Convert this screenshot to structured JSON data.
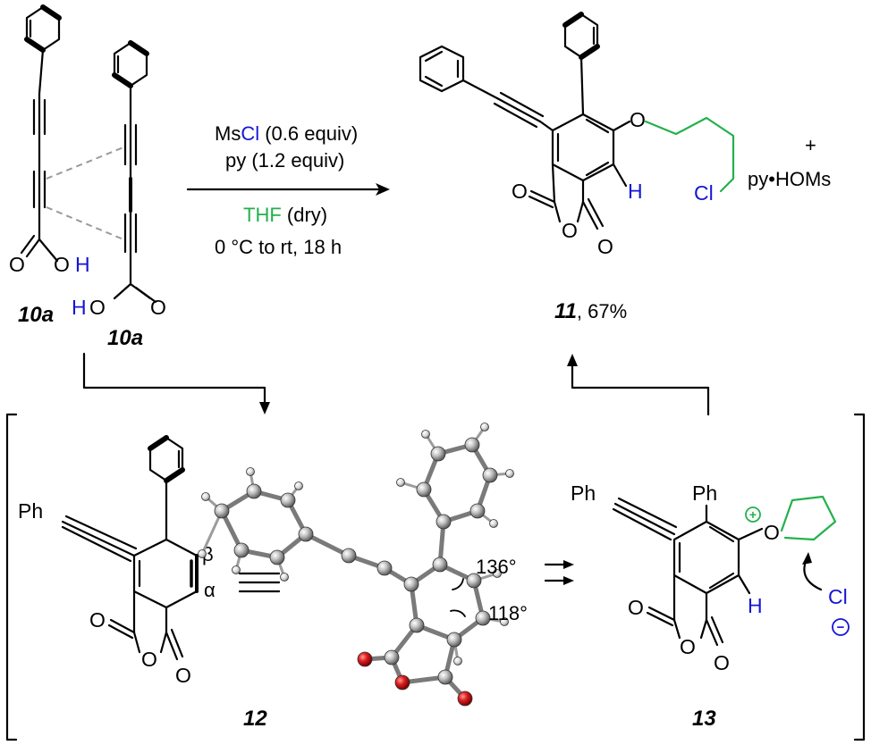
{
  "compounds": {
    "c10a_left": "10a",
    "c10a_right": "10a",
    "c11": "11",
    "c11_yield": ", 67%",
    "c12": "12",
    "c13": "13"
  },
  "conditions": {
    "reagent1_prefix": "Ms",
    "reagent1_cl": "Cl",
    "reagent1_suffix": " (0.6 equiv)",
    "reagent2": "py (1.2 equiv)",
    "solvent": "THF",
    "solvent_suffix": " (dry)",
    "temp_time": "0 °C to rt, 18 h"
  },
  "byproduct": {
    "plus": "+",
    "name": "py•HOMs"
  },
  "atoms": {
    "O": "O",
    "H": "H",
    "Cl": "Cl",
    "Ph": "Ph",
    "plus_charge": "+",
    "minus_charge": "−"
  },
  "angles": {
    "upper": "136°",
    "lower": "118°"
  },
  "greek": {
    "beta": "β",
    "alpha": "α"
  },
  "colors": {
    "chlorine": "#1515d6",
    "thf_chain": "#22b14c",
    "hydrogen": "#1515d6",
    "oxygen_ball": "#cc1a1a",
    "carbon_ball": "#a9a9a9"
  }
}
